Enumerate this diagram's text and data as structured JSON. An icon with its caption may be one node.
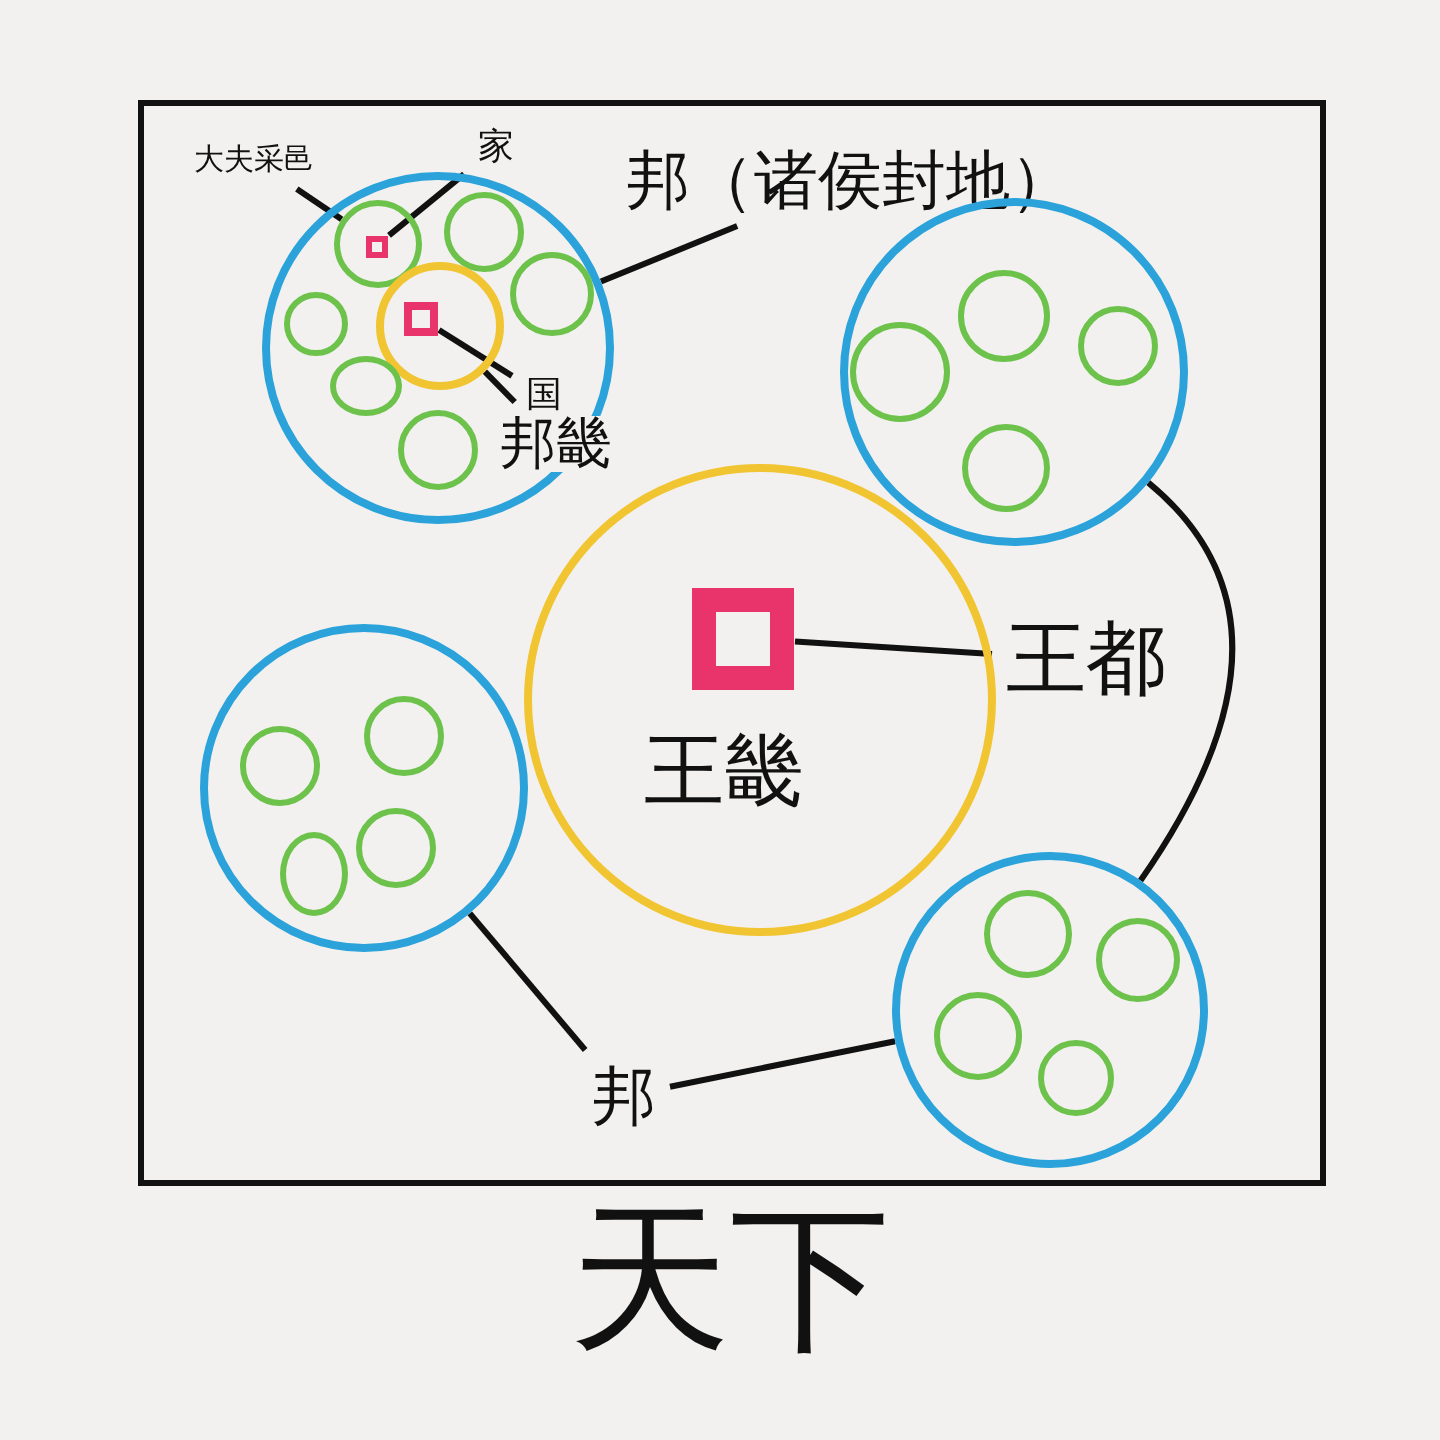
{
  "diagram": {
    "nodes": [
      {
        "text": [
          "天下"
        ]
      },
      {
        "text": [
          "大夫采邑"
        ],
        "in": 0
      },
      {
        "text": [
          "家"
        ],
        "in": 0
      },
      {
        "text": [],
        "shape": "circle",
        "in": 0
      },
      {
        "text": [],
        "shape": "circle",
        "in": 3
      },
      {
        "text": [],
        "shape": "box",
        "in": 4
      },
      {
        "text": [],
        "shape": "circle",
        "in": 3
      },
      {
        "text": [],
        "shape": "circle",
        "in": 3
      },
      {
        "text": [],
        "shape": "circle",
        "in": 3
      },
      {
        "text": [],
        "shape": "box",
        "in": 8
      },
      {
        "text": [],
        "shape": "circle",
        "in": 3
      },
      {
        "text": [],
        "shape": "circle",
        "in": 3
      },
      {
        "text": [],
        "shape": "circle",
        "in": 3
      },
      {
        "text": [
          "国"
        ],
        "in": 3
      },
      {
        "text": [
          "邦畿"
        ],
        "in": 3
      },
      {
        "text": [
          "邦（诸侯封地）"
        ],
        "in": 0
      },
      {
        "text": [],
        "shape": "circle",
        "in": 0
      },
      {
        "text": [],
        "shape": "circle",
        "in": 16
      },
      {
        "text": [],
        "shape": "circle",
        "in": 16
      },
      {
        "text": [],
        "shape": "circle",
        "in": 16
      },
      {
        "text": [],
        "shape": "circle",
        "in": 16
      },
      {
        "text": [
          "王畿"
        ],
        "in": 0
      },
      {
        "text": [],
        "shape": "box",
        "in": 21
      },
      {
        "text": [
          "王都"
        ],
        "in": 0
      },
      {
        "text": [],
        "shape": "circle",
        "in": 0
      },
      {
        "text": [],
        "shape": "circle",
        "in": 24
      },
      {
        "text": [],
        "shape": "circle",
        "in": 24
      },
      {
        "text": [],
        "shape": "circle",
        "in": 24
      },
      {
        "text": [],
        "shape": "circle",
        "in": 24
      },
      {
        "text": [],
        "shape": "circle",
        "in": 0
      },
      {
        "text": [],
        "shape": "circle",
        "in": 29
      },
      {
        "text": [],
        "shape": "circle",
        "in": 29
      },
      {
        "text": [],
        "shape": "circle",
        "in": 29
      },
      {
        "text": [],
        "shape": "circle",
        "in": 29
      },
      {
        "text": [
          "邦"
        ],
        "in": 0
      }
    ],
    "edges": [
      {
        "from": 1,
        "to": 4,
        "arrow": "none"
      },
      {
        "from": 2,
        "to": 5,
        "arrow": "none"
      },
      {
        "from": 13,
        "to": 9,
        "arrow": "none"
      },
      {
        "from": 14,
        "to": 8,
        "arrow": "none"
      },
      {
        "from": 15,
        "to": 3,
        "arrow": "none"
      },
      {
        "from": 23,
        "to": 22,
        "arrow": "none"
      },
      {
        "from": 34,
        "to": 24,
        "arrow": "none"
      },
      {
        "from": 34,
        "to": 29,
        "arrow": "none"
      },
      {
        "from": 16,
        "to": 29,
        "arrow": "none"
      }
    ]
  }
}
